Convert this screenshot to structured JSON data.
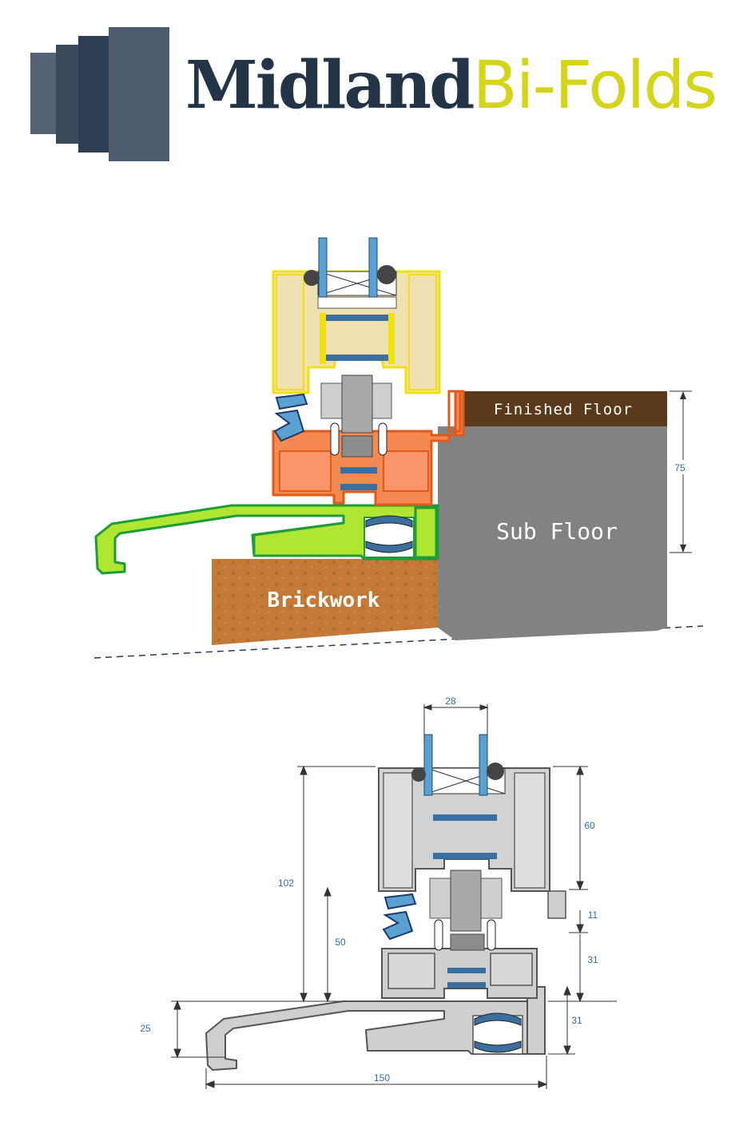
{
  "brand": {
    "name_part1": "Midland",
    "name_part2": "Bi-Folds",
    "icon": "stacked-panels-logo-icon",
    "colors": {
      "navy": "#243447",
      "yellow": "#d4d418"
    }
  },
  "installation_section": {
    "labels": {
      "finished_floor": "Finished Floor",
      "sub_floor": "Sub Floor",
      "brickwork": "Brickwork"
    },
    "dimension": "75",
    "colors": {
      "finished_floor": "#5a3a1a",
      "sub_floor": "#808080",
      "brickwork": "#c8803c",
      "sash_profile": "#fff173",
      "frame_profile": "#f07838",
      "cill_profile": "#a8e030",
      "glazing": "#5aa0d0"
    }
  },
  "technical_section": {
    "dimensions": {
      "glass_width": "28",
      "total_height": "102",
      "height_above_cill": "50",
      "sash_height": "60",
      "gap": "11",
      "frame_height": "31",
      "cill_upstand": "31",
      "cill_depth": "25",
      "cill_width": "150"
    }
  }
}
